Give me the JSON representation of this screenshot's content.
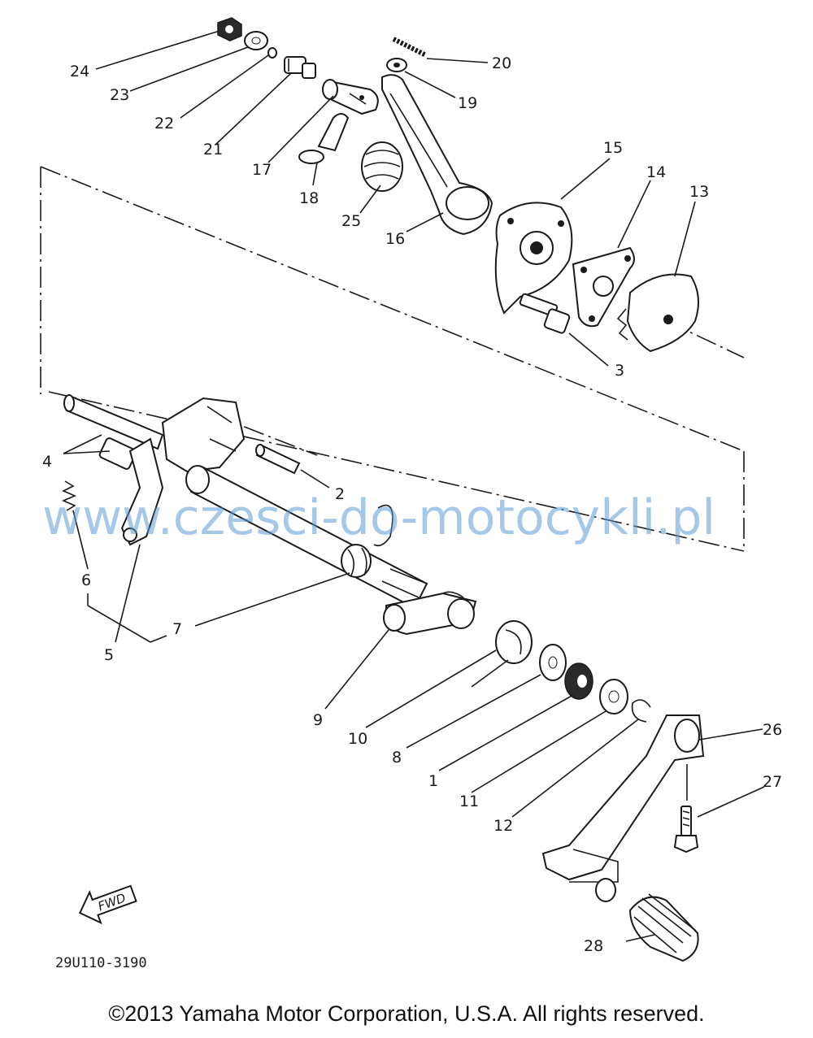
{
  "diagram": {
    "callouts": [
      "1",
      "2",
      "3",
      "4",
      "5",
      "6",
      "7",
      "8",
      "9",
      "10",
      "11",
      "12",
      "13",
      "14",
      "15",
      "16",
      "17",
      "18",
      "19",
      "20",
      "21",
      "22",
      "23",
      "24",
      "25",
      "26",
      "27",
      "28"
    ],
    "fwd_label": "FWD",
    "diagram_code": "29U110-3190"
  },
  "watermark": "www.czesci-do-motocykli.pl",
  "footer": {
    "copyright": "©2013 Yamaha Motor Corporation, U.S.A. All rights reserved."
  }
}
